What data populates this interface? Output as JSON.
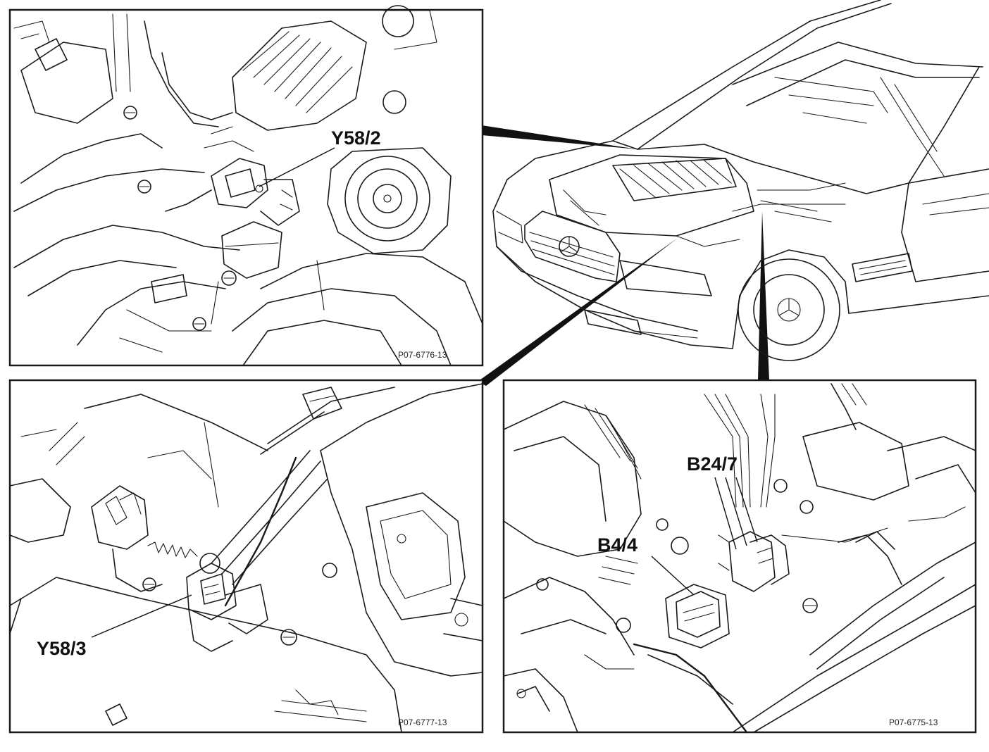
{
  "labels": {
    "y58_2": "Y58/2",
    "y58_3": "Y58/3",
    "b24_7": "B24/7",
    "b4_4": "B4/4"
  },
  "figure_refs": {
    "top_left": "P07-6776-13",
    "bottom_left": "P07-6777-13",
    "bottom_right": "P07-6775-13"
  },
  "colors": {
    "line": "#1a1a1a",
    "background": "#ffffff"
  }
}
